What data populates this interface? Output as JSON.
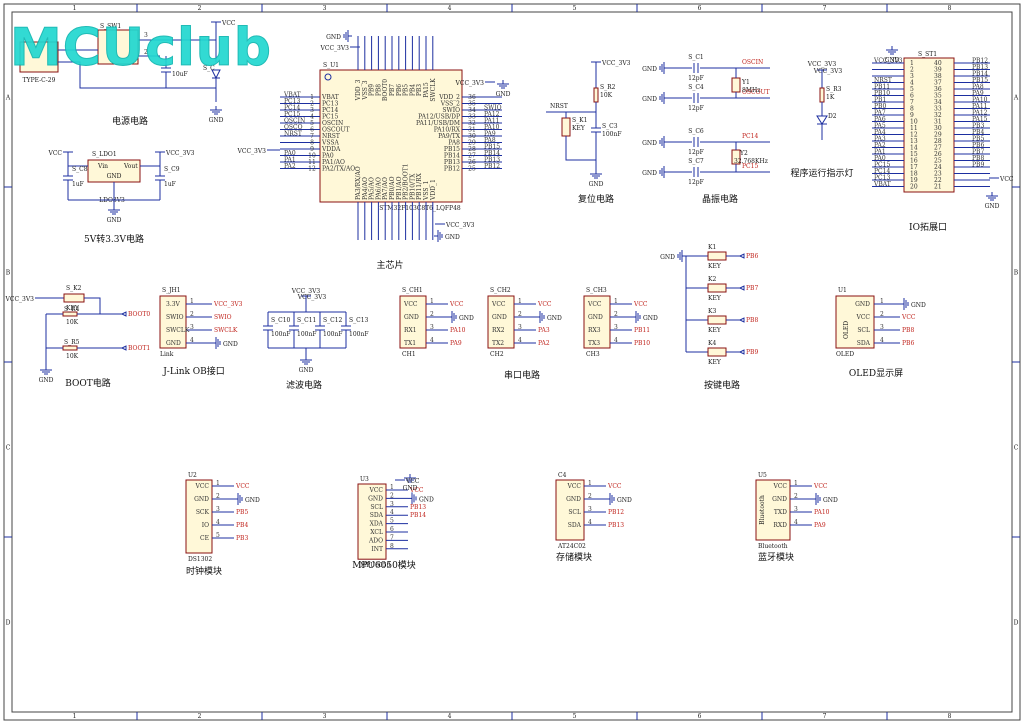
{
  "watermark": "MCUclub",
  "frame": {
    "columns": [
      "1",
      "2",
      "3",
      "4",
      "5",
      "6",
      "7",
      "8"
    ],
    "rows": [
      "A",
      "B",
      "C",
      "D"
    ]
  },
  "power": {
    "gnd": "GND",
    "vcc": "VCC",
    "vcc33": "VCC_3V3"
  },
  "blocks": {
    "power_circuit": {
      "title": "电源电路",
      "switch": "S_SW1",
      "connector": "TYPE-C-29",
      "cap": "S_C",
      "cap_val": "10uF"
    },
    "ldo": {
      "title": "5V转3.3V电路",
      "ref": "S_LDO1",
      "part": "LDO3V3",
      "vin": "Vin",
      "vout": "Vout",
      "gnd": "GND",
      "c8": "S_C8",
      "c9": "S_C9",
      "c8v": "1uF",
      "c9v": "1uF"
    },
    "mcu": {
      "title": "主芯片",
      "ref": "S_U1",
      "part": "STM32F103C8T6_LQFP48",
      "left_pins": [
        {
          "net": "VBAT",
          "name": "VBAT",
          "num": "1"
        },
        {
          "net": "PC13",
          "name": "PC13",
          "num": "2"
        },
        {
          "net": "PC14",
          "name": "PC14",
          "num": "3"
        },
        {
          "net": "PC15",
          "name": "PC15",
          "num": "4"
        },
        {
          "net": "OSCIN",
          "name": "OSCIN",
          "num": "5"
        },
        {
          "net": "OSCO",
          "name": "OSCOUT",
          "num": "6"
        },
        {
          "net": "NRST",
          "name": "NRST",
          "num": "7"
        },
        {
          "net": "",
          "name": "VSSA",
          "num": "8"
        },
        {
          "net": "",
          "name": "VDDA",
          "num": "9"
        },
        {
          "net": "PA0",
          "name": "PA0",
          "num": "10"
        },
        {
          "net": "PA1",
          "name": "PA1/AO",
          "num": "11"
        },
        {
          "net": "PA2",
          "name": "PA2/TX/AO",
          "num": "12"
        }
      ],
      "right_pins": [
        {
          "num": "36",
          "name": "VDD_2",
          "net": ""
        },
        {
          "num": "35",
          "name": "VSS_2",
          "net": ""
        },
        {
          "num": "34",
          "name": "SWIO",
          "net": "SWIO"
        },
        {
          "num": "33",
          "name": "PA12/USB/DP",
          "net": "PA12"
        },
        {
          "num": "32",
          "name": "PA11/USB/DM",
          "net": "PA11"
        },
        {
          "num": "31",
          "name": "PA10/RX",
          "net": "PA10"
        },
        {
          "num": "30",
          "name": "PA9/TX",
          "net": "PA9"
        },
        {
          "num": "29",
          "name": "PA8",
          "net": "PA8"
        },
        {
          "num": "28",
          "name": "PB15",
          "net": "PB15"
        },
        {
          "num": "27",
          "name": "PB14",
          "net": "PB14"
        },
        {
          "num": "26",
          "name": "PB13",
          "net": "PB13"
        },
        {
          "num": "25",
          "name": "PB12",
          "net": "PB12"
        }
      ],
      "top_pins": [
        "VDD_3",
        "VSS_3",
        "PB9",
        "PB8",
        "BOOT0",
        "PB7",
        "PB6",
        "PB5",
        "PB4",
        "PB3",
        "PA15",
        "SWCLK"
      ],
      "bottom_pins": [
        "PA3/RX/AO",
        "PA4/AO",
        "PA5/AO",
        "PA6/AO",
        "PA7/AO",
        "PB0/AO",
        "PB1/AO",
        "PB2/BOOT1",
        "PB10/TX",
        "PB11/RX",
        "VSS_1",
        "VDD_1"
      ]
    },
    "reset": {
      "title": "复位电路",
      "r": "S_R2",
      "rv": "10K",
      "key": "S_K1",
      "keyv": "KEY",
      "c": "S_C3",
      "cv": "100nF",
      "net": "NRST"
    },
    "crystal": {
      "title": "晶振电路",
      "c1": "S_C1",
      "c4": "S_C4",
      "c6": "S_C6",
      "c7": "S_C7",
      "cv": "12pF",
      "y1": "Y1",
      "y1v": "8MHz",
      "y2": "Y2",
      "y2v": "32.768KHz",
      "n1": "OSCIN",
      "n2": "OSCOUT",
      "n3": "PC14",
      "n4": "PC15"
    },
    "led": {
      "title": "程序运行指示灯",
      "r": "S_R3",
      "rv": "1K",
      "d": "D2"
    },
    "io": {
      "title": "IO拓展口",
      "ref": "S_ST1",
      "left": [
        {
          "net": "VCC_3V3",
          "n": "1"
        },
        {
          "net": "",
          "n": "2"
        },
        {
          "net": "",
          "n": "3"
        },
        {
          "net": "NRST",
          "n": "4"
        },
        {
          "net": "PB11",
          "n": "5"
        },
        {
          "net": "PB10",
          "n": "6"
        },
        {
          "net": "PB1",
          "n": "7"
        },
        {
          "net": "PB0",
          "n": "8"
        },
        {
          "net": "PA7",
          "n": "9"
        },
        {
          "net": "PA6",
          "n": "10"
        },
        {
          "net": "PA5",
          "n": "11"
        },
        {
          "net": "PA4",
          "n": "12"
        },
        {
          "net": "PA3",
          "n": "13"
        },
        {
          "net": "PA2",
          "n": "14"
        },
        {
          "net": "PA1",
          "n": "15"
        },
        {
          "net": "PA0",
          "n": "16"
        },
        {
          "net": "PC15",
          "n": "17"
        },
        {
          "net": "PC14",
          "n": "18"
        },
        {
          "net": "PC13",
          "n": "19"
        },
        {
          "net": "VBAT",
          "n": "20"
        }
      ],
      "right": [
        {
          "n": "40",
          "net": "PB12"
        },
        {
          "n": "39",
          "net": "PB13"
        },
        {
          "n": "38",
          "net": "PB14"
        },
        {
          "n": "37",
          "net": "PB15"
        },
        {
          "n": "36",
          "net": "PA8"
        },
        {
          "n": "35",
          "net": "PA9"
        },
        {
          "n": "34",
          "net": "PA10"
        },
        {
          "n": "33",
          "net": "PA11"
        },
        {
          "n": "32",
          "net": "PA12"
        },
        {
          "n": "31",
          "net": "PA15"
        },
        {
          "n": "30",
          "net": "PB3"
        },
        {
          "n": "29",
          "net": "PB4"
        },
        {
          "n": "28",
          "net": "PB5"
        },
        {
          "n": "27",
          "net": "PB6"
        },
        {
          "n": "26",
          "net": "PB7"
        },
        {
          "n": "25",
          "net": "PB8"
        },
        {
          "n": "24",
          "net": "PB9"
        },
        {
          "n": "23",
          "net": ""
        },
        {
          "n": "22",
          "net": ""
        },
        {
          "n": "21",
          "net": ""
        }
      ]
    },
    "boot": {
      "title": "BOOT电路",
      "k2": "S_K2",
      "k2v": "KEY",
      "r4": "S_R4",
      "r5": "S_R5",
      "rv": "10K",
      "n1": "BOOT0",
      "n2": "BOOT1"
    },
    "jlink": {
      "title": "J-Link OB接口",
      "ref": "S_JH1",
      "part": "Link",
      "pins": [
        {
          "name": "3.3V",
          "net": "VCC_3V3",
          "n": "1"
        },
        {
          "name": "SWIO",
          "net": "SWIO",
          "n": "2"
        },
        {
          "name": "SWCLK",
          "net": "SWCLK",
          "n": "3"
        },
        {
          "name": "GND",
          "net": "GND",
          "n": "4"
        }
      ]
    },
    "filter": {
      "title": "滤波电路",
      "caps": [
        {
          "ref": "S_C10",
          "v": "100nF"
        },
        {
          "ref": "S_C11",
          "v": "100nF"
        },
        {
          "ref": "S_C12",
          "v": "100nF"
        },
        {
          "ref": "S_C13",
          "v": "100nF"
        }
      ]
    },
    "uart": {
      "title": "串口电路",
      "modules": [
        {
          "ref": "S_CH1",
          "name": "CH1",
          "pins": [
            {
              "n": "VCC",
              "net": "VCC"
            },
            {
              "n": "GND",
              "net": "GND"
            },
            {
              "n": "RX1",
              "net": "PA10"
            },
            {
              "n": "TX1",
              "net": "PA9"
            }
          ]
        },
        {
          "ref": "S_CH2",
          "name": "CH2",
          "pins": [
            {
              "n": "VCC",
              "net": "VCC"
            },
            {
              "n": "GND",
              "net": "GND"
            },
            {
              "n": "RX2",
              "net": "PA3"
            },
            {
              "n": "TX2",
              "net": "PA2"
            }
          ]
        },
        {
          "ref": "S_CH3",
          "name": "CH3",
          "pins": [
            {
              "n": "VCC",
              "net": "VCC"
            },
            {
              "n": "GND",
              "net": "GND"
            },
            {
              "n": "RX3",
              "net": "PB11"
            },
            {
              "n": "TX3",
              "net": "PB10"
            }
          ]
        }
      ]
    },
    "keys": {
      "title": "按键电路",
      "items": [
        {
          "ref": "K1",
          "v": "KEY",
          "net": "PB6"
        },
        {
          "ref": "K2",
          "v": "KEY",
          "net": "PB7"
        },
        {
          "ref": "K3",
          "v": "KEY",
          "net": "PB8"
        },
        {
          "ref": "K4",
          "v": "KEY",
          "net": "PB9"
        }
      ]
    },
    "oled": {
      "title": "OLED显示屏",
      "ref": "U1",
      "name": "OLED",
      "side": "OLED",
      "pins": [
        {
          "n": "GND",
          "net": "GND"
        },
        {
          "n": "VCC",
          "net": "VCC"
        },
        {
          "n": "SCL",
          "net": "PB8"
        },
        {
          "n": "SDA",
          "net": "PB6"
        }
      ]
    },
    "clock": {
      "title": "时钟模块",
      "ref": "U2",
      "part": "DS1302",
      "pins": [
        {
          "n": "VCC",
          "net": "VCC"
        },
        {
          "n": "GND",
          "net": "GND"
        },
        {
          "n": "SCK",
          "net": "PB5"
        },
        {
          "n": "IO",
          "net": "PB4"
        },
        {
          "n": "CE",
          "net": "PB3"
        }
      ]
    },
    "mpu": {
      "title": "MPU6050模块",
      "ref": "U3",
      "part": "MPU6050",
      "pins": [
        {
          "n": "VCC",
          "net": "VCC"
        },
        {
          "n": "GND",
          "net": "GND"
        },
        {
          "n": "SCL",
          "net": "PB13"
        },
        {
          "n": "SDA",
          "net": "PB14"
        },
        {
          "n": "XDA",
          "net": ""
        },
        {
          "n": "XCL",
          "net": ""
        },
        {
          "n": "ADO",
          "net": ""
        },
        {
          "n": "INT",
          "net": ""
        }
      ]
    },
    "eeprom": {
      "title": "存储模块",
      "ref": "C4",
      "part": "AT24C02",
      "pins": [
        {
          "n": "VCC",
          "net": "VCC"
        },
        {
          "n": "GND",
          "net": "GND"
        },
        {
          "n": "SCL",
          "net": "PB12"
        },
        {
          "n": "SDA",
          "net": "PB13"
        }
      ]
    },
    "bt": {
      "title": "蓝牙模块",
      "ref": "U5",
      "part": "Bluetooth",
      "side": "Bluetooth",
      "pins": [
        {
          "n": "VCC",
          "net": "VCC"
        },
        {
          "n": "GND",
          "net": "GND"
        },
        {
          "n": "TXD",
          "net": "PA10"
        },
        {
          "n": "RXD",
          "net": "PA9"
        }
      ]
    }
  }
}
